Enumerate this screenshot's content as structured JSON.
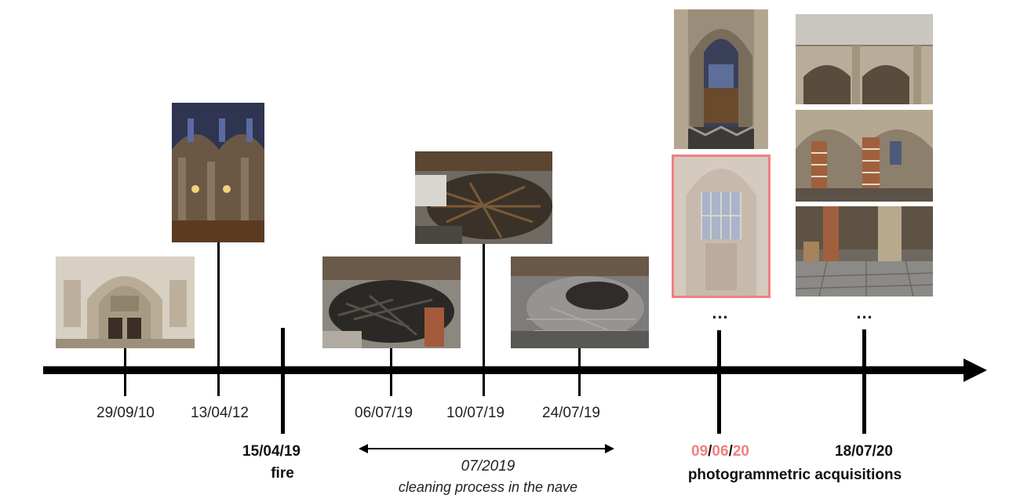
{
  "timeline": {
    "events": [
      {
        "date": "29/09/10"
      },
      {
        "date": "13/04/12"
      },
      {
        "date": "15/04/19",
        "note": "fire"
      },
      {
        "date": "06/07/19"
      },
      {
        "date": "10/07/19"
      },
      {
        "date": "24/07/19"
      },
      {
        "date_parts": [
          "09",
          "/",
          "06",
          "/",
          "20"
        ]
      },
      {
        "date": "18/07/20"
      }
    ],
    "span": {
      "period": "07/2019",
      "caption": "cleaning process in the nave"
    },
    "acquisitions_label": "photogrammetric acquisitions",
    "ellipsis": "...",
    "colors": {
      "highlight": "#f08080",
      "axis": "#000000"
    }
  }
}
